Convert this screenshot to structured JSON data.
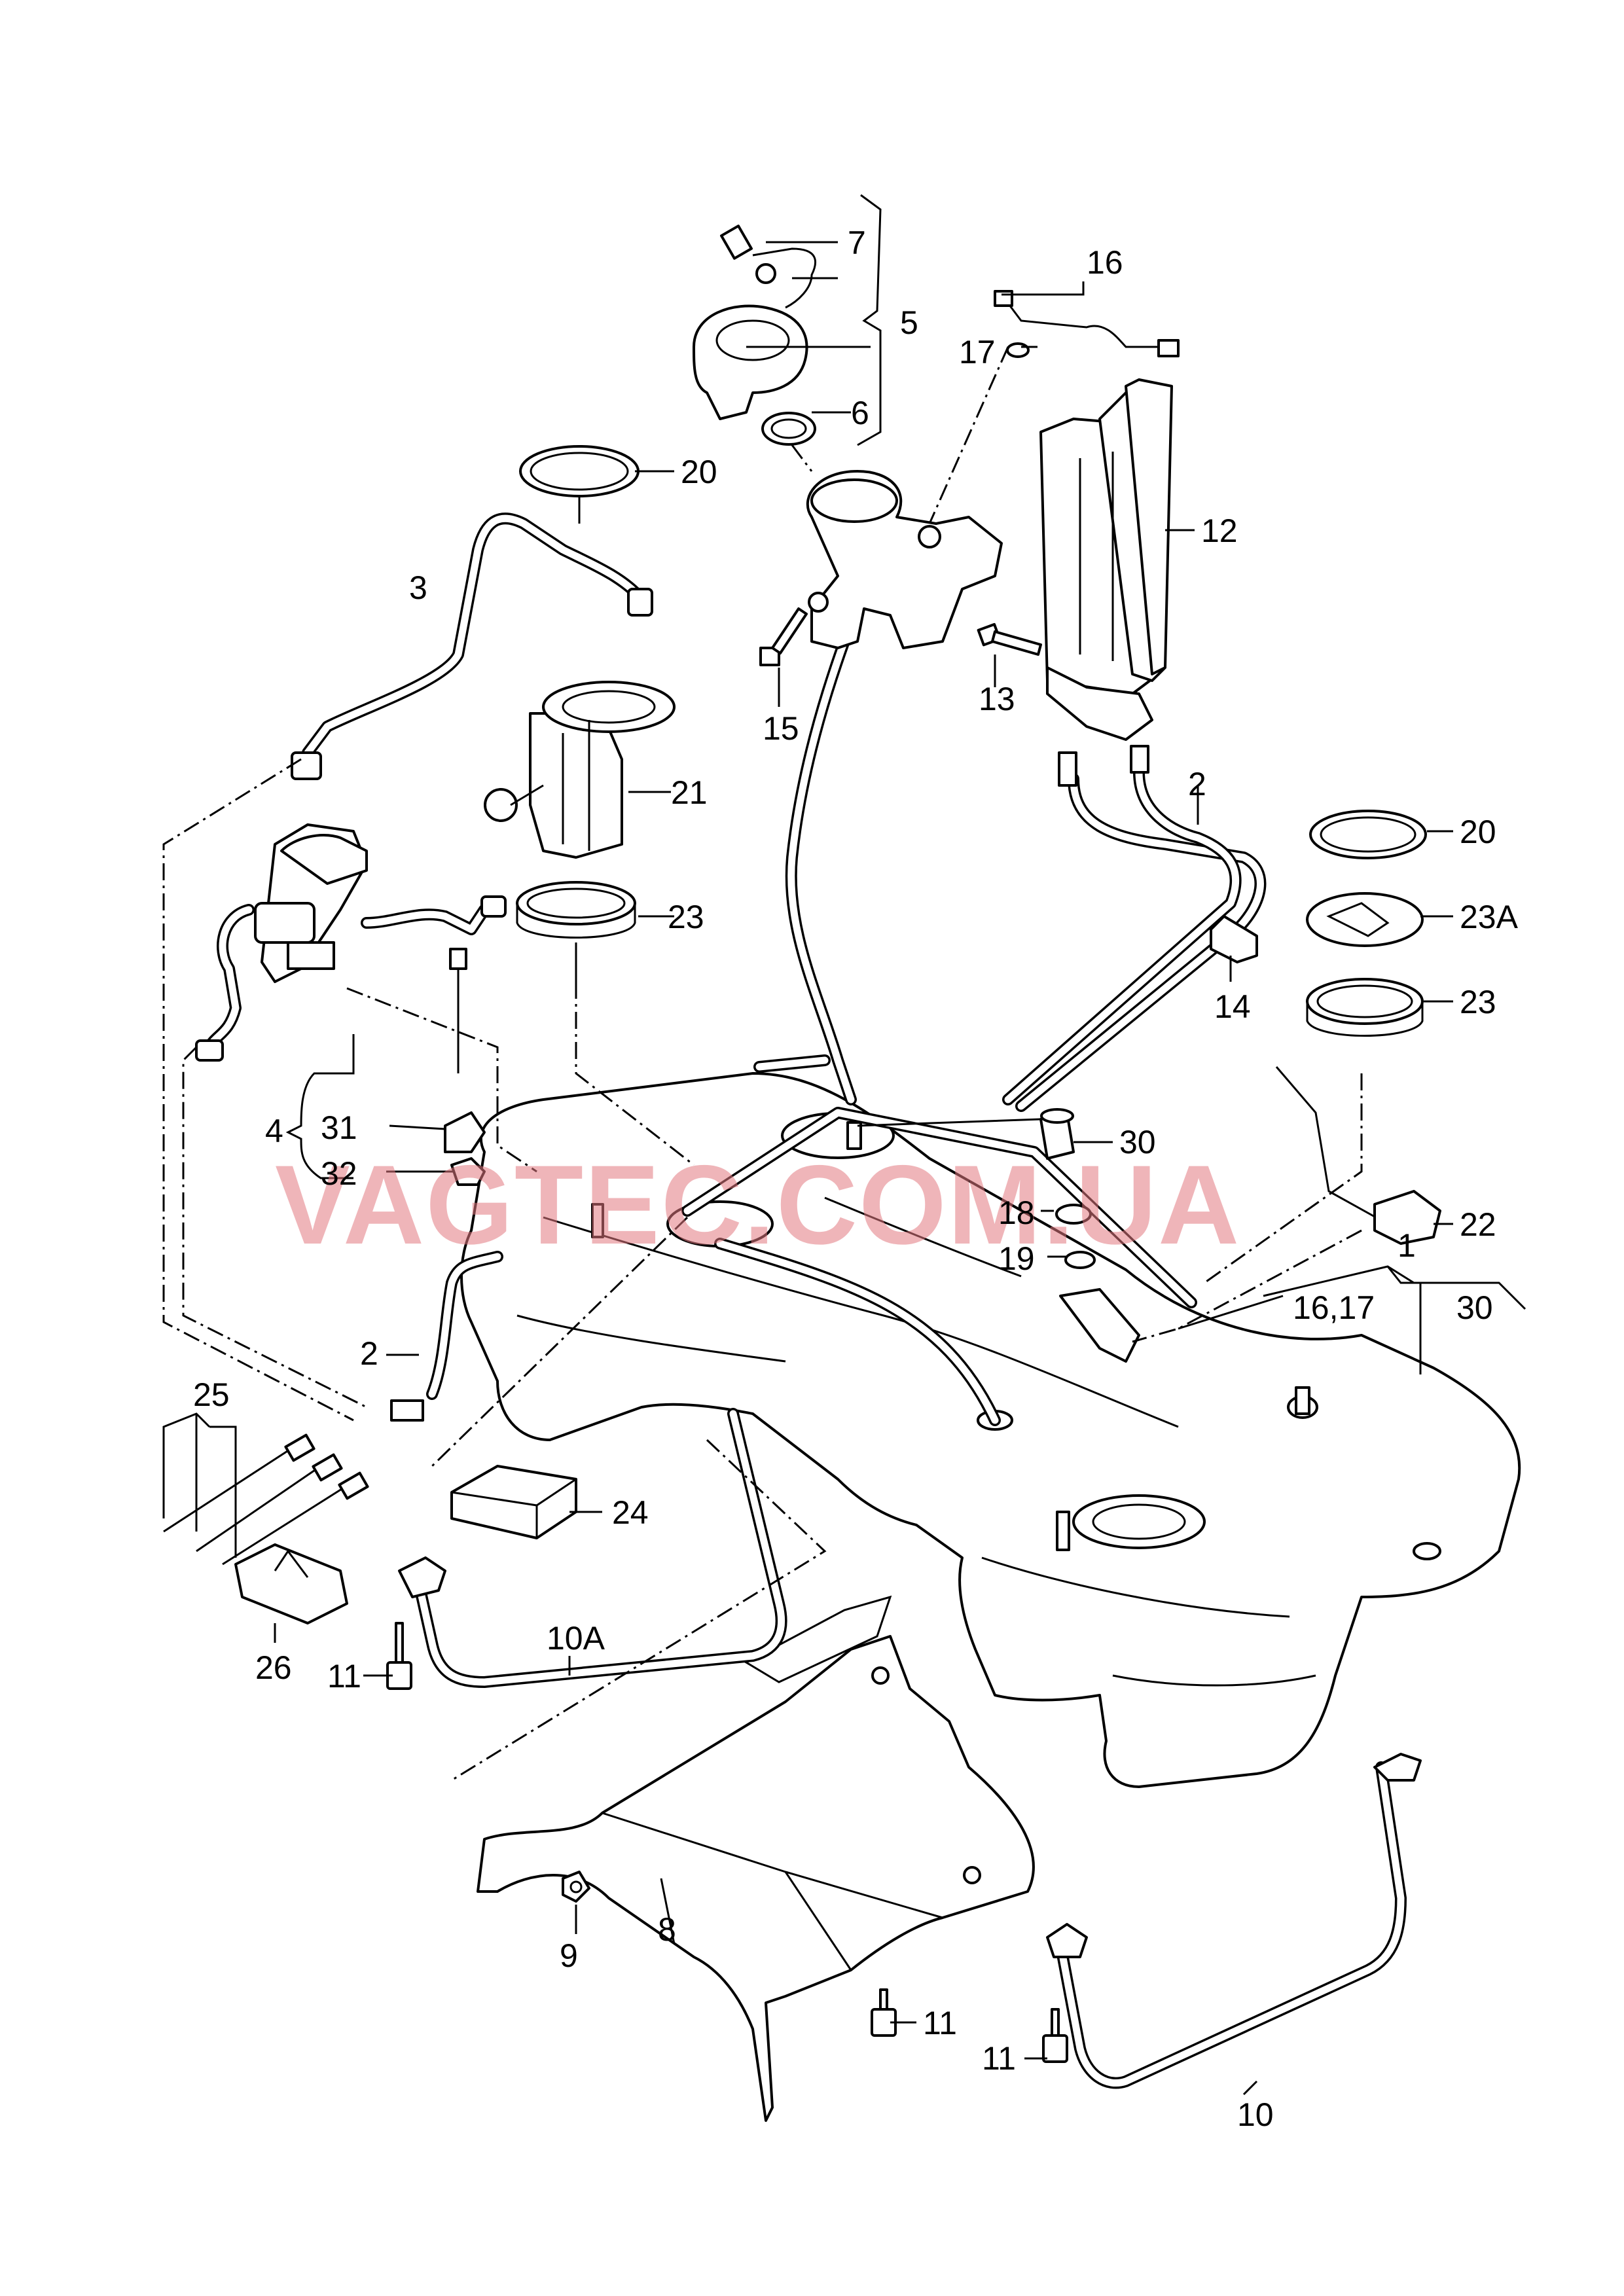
{
  "watermark": "VAGTEC.COM.UA",
  "callouts": {
    "c1": "1",
    "c2a": "2",
    "c2b": "2",
    "c3": "3",
    "c4": "4",
    "c5": "5",
    "c6": "6",
    "c7": "7",
    "c8": "8",
    "c9": "9",
    "c10": "10",
    "c10a": "10A",
    "c11a": "11",
    "c11b": "11",
    "c11c": "11",
    "c12": "12",
    "c13": "13",
    "c14": "14",
    "c15": "15",
    "c16": "16",
    "c16_17": "16,17",
    "c17": "17",
    "c18": "18",
    "c19": "19",
    "c20a": "20",
    "c20b": "20",
    "c21": "21",
    "c22": "22",
    "c23a": "23",
    "c23b": "23",
    "c23A": "23A",
    "c24": "24",
    "c25": "25",
    "c26": "26",
    "c30a": "30",
    "c30b": "30",
    "c31": "31",
    "c32": "32"
  }
}
